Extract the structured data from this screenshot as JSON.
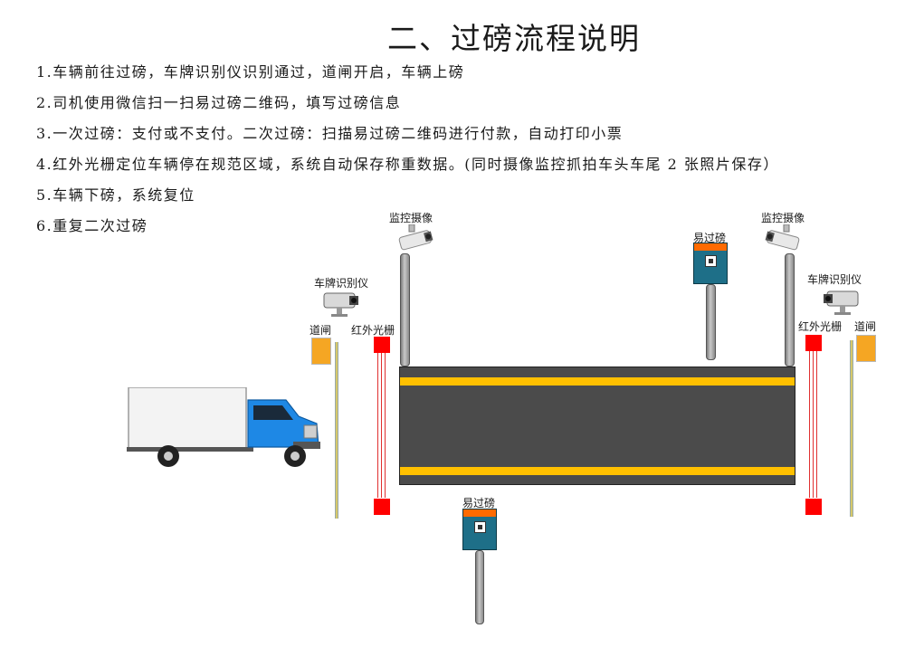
{
  "title": "二、过磅流程说明",
  "steps": [
    "1.车辆前往过磅，车牌识别仪识别通过，道闸开启，车辆上磅",
    "2.司机使用微信扫一扫易过磅二维码，填写过磅信息",
    "3.一次过磅：支付或不支付。二次过磅：扫描易过磅二维码进行付款，自动打印小票",
    "4.红外光栅定位车辆停在规范区域，系统自动保存称重数据。(同时摄像监控抓拍车头车尾 2 张照片保存）",
    "5.车辆下磅，系统复位",
    "6.重复二次过磅"
  ],
  "labels": {
    "camera_left": "监控摄像",
    "camera_right": "监控摄像",
    "plate_left": "车牌识别仪",
    "plate_right": "车牌识别仪",
    "gate_left": "道闸",
    "gate_right": "道闸",
    "ir_left": "红外光栅",
    "ir_right": "红外光栅",
    "kiosk_top": "易过磅",
    "kiosk_bottom": "易过磅"
  },
  "colors": {
    "gate": "#f5a623",
    "infrared": "#ff0000",
    "stripe": "#ffc000",
    "kiosk": "#1e6f88",
    "truck_cab": "#1e88e5"
  },
  "icons": [
    "surveillance-camera-icon",
    "plate-recognition-camera-icon",
    "qr-code-icon",
    "truck-icon"
  ]
}
